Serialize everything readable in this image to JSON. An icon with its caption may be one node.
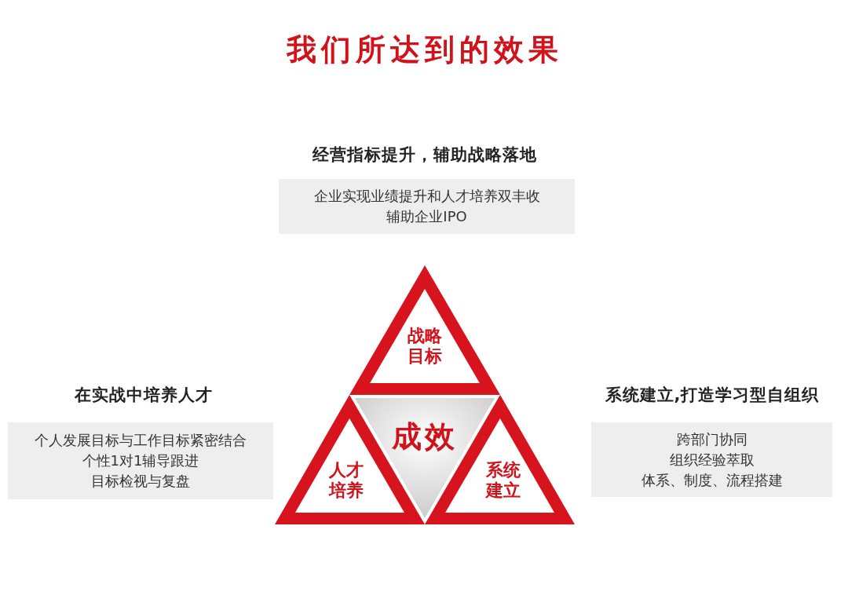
{
  "diagram": {
    "title": "我们所达到的效果",
    "nodes": [
      {
        "text": [
          "经营指标提升，辅助战略落地",
          "企业实现业绩提升和人才培养双丰收",
          "辅助企业IPO"
        ]
      },
      {
        "text": [
          "在实战中培养人才",
          "个人发展目标与工作目标紧密结合",
          "个性1对1辅导跟进",
          "目标检视与复盘"
        ]
      },
      {
        "text": [
          "系统建立,打造学习型自组织",
          "跨部门协同",
          "组织经验萃取",
          "体系、制度、流程搭建"
        ]
      },
      {
        "text": [
          "战略目标"
        ]
      },
      {
        "text": [
          "成效"
        ]
      },
      {
        "text": [
          "人才培养"
        ]
      },
      {
        "text": [
          "系统建立"
        ]
      }
    ]
  }
}
